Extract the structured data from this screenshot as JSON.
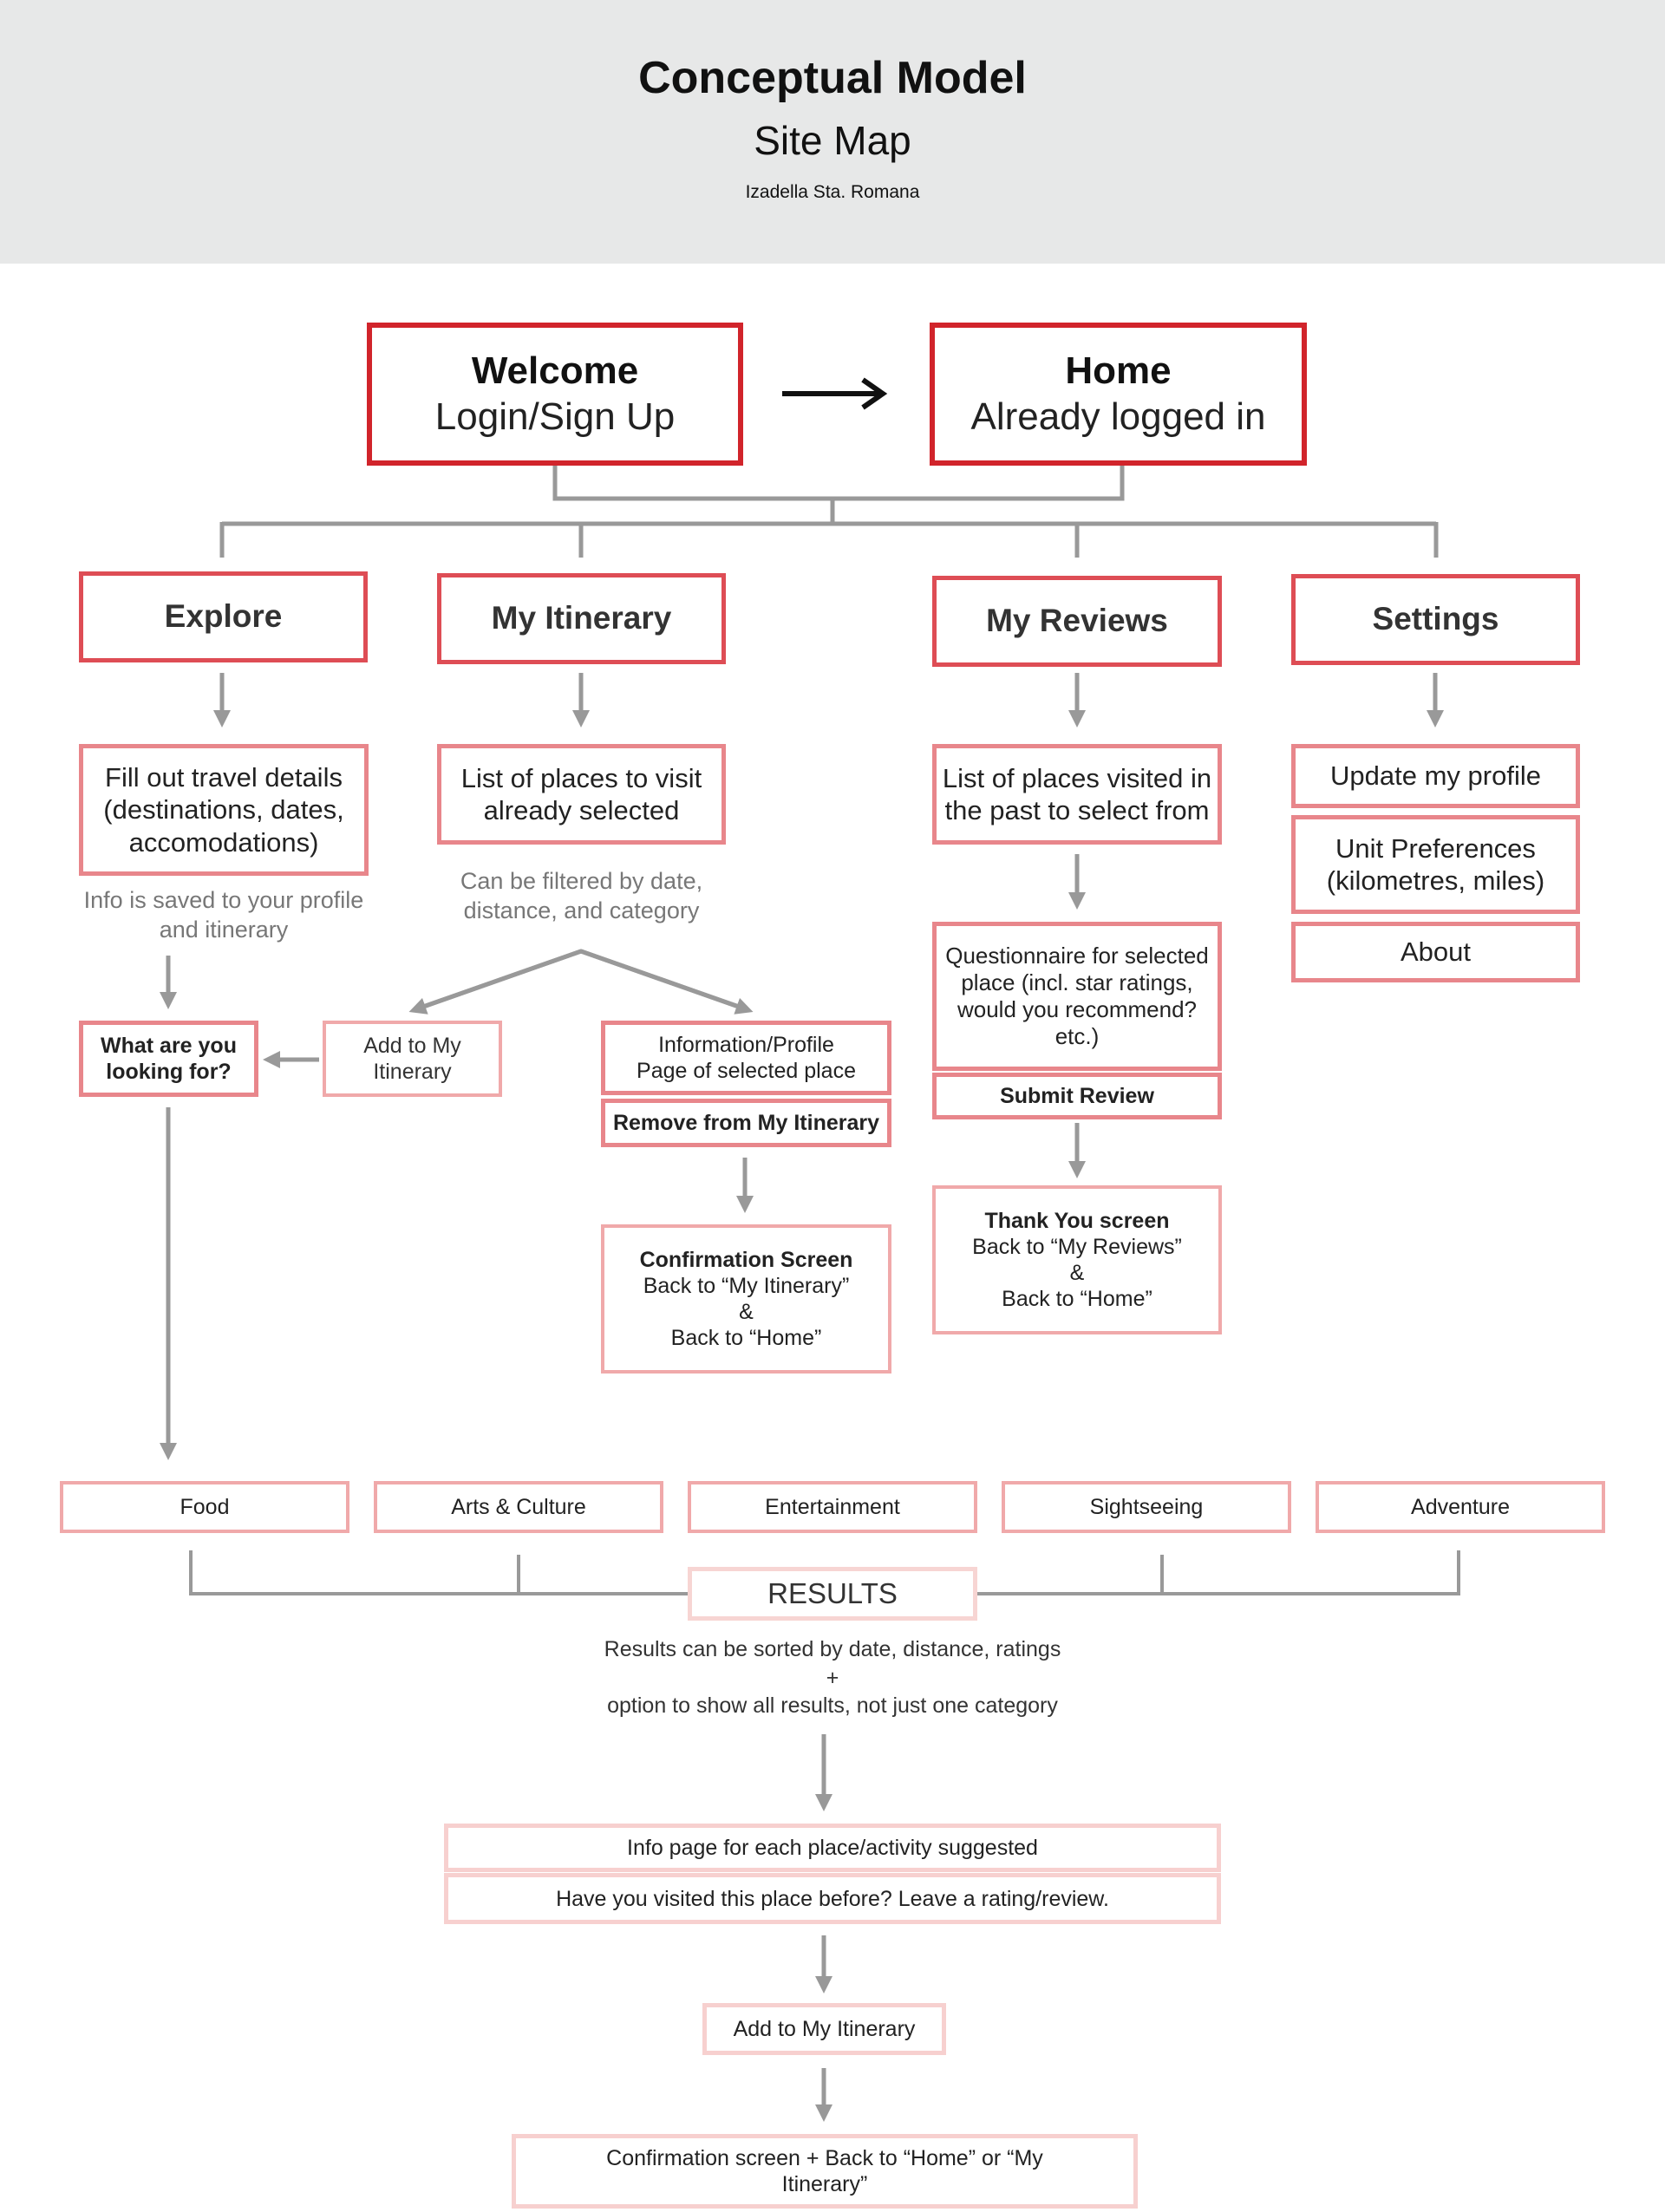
{
  "header": {
    "title": "Conceptual Model",
    "subtitle": "Site Map",
    "author": "Izadella Sta. Romana"
  },
  "welcome": {
    "title": "Welcome",
    "subtitle": "Login/Sign Up"
  },
  "home": {
    "title": "Home",
    "subtitle": "Already logged in"
  },
  "sections": {
    "explore": "Explore",
    "itinerary": "My Itinerary",
    "reviews": "My Reviews",
    "settings": "Settings"
  },
  "explore": {
    "details": "Fill out travel details (destinations, dates, accomodations)",
    "note": "Info is saved to your profile and itinerary",
    "looking": "What are you looking for?"
  },
  "itinerary": {
    "list": "List of places to visit already selected",
    "note": "Can be filtered by date, distance, and category",
    "add": "Add to My Itinerary",
    "info": "Information/Profile Page of selected place",
    "remove": "Remove from My Itinerary",
    "confirm_title": "Confirmation Screen",
    "confirm_line1": "Back to “My Itinerary”",
    "confirm_line2": "&",
    "confirm_line3": "Back to “Home”"
  },
  "reviews": {
    "list": "List of places visited in the past to select from",
    "questionnaire": "Questionnaire for selected place (incl. star ratings, would you recommend? etc.)",
    "submit": "Submit Review",
    "thanks_title": "Thank You screen",
    "thanks_line1": "Back to “My Reviews”",
    "thanks_line2": "&",
    "thanks_line3": "Back to “Home”"
  },
  "settings": {
    "update": "Update my profile",
    "units": "Unit Preferences (kilometres, miles)",
    "about": "About"
  },
  "categories": [
    "Food",
    "Arts & Culture",
    "Entertainment",
    "Sightseeing",
    "Adventure"
  ],
  "results": {
    "label": "RESULTS",
    "note_line1": "Results can be sorted by date, distance, ratings",
    "note_line2": "+",
    "note_line3": "option to show all results, not just one category",
    "info_page": "Info page for each place/activity suggested",
    "visited": "Have you visited this place before? Leave a rating/review.",
    "add": "Add to My Itinerary",
    "confirmation": "Confirmation screen + Back to “Home” or “My Itinerary”"
  },
  "colors": {
    "level1": "#d1242b",
    "level2": "#de4d55",
    "level3": "#e8868b",
    "level4": "#f0a9aa",
    "level5": "#f7d0cf",
    "connector": "#999999",
    "header_bg": "#e7e8e8"
  }
}
